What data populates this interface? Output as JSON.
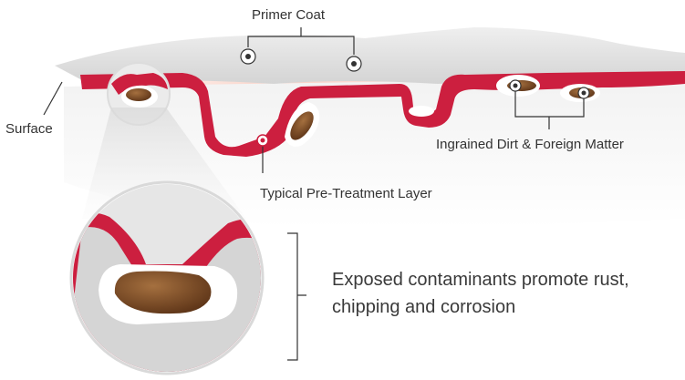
{
  "labels": {
    "primer_coat": "Primer Coat",
    "surface": "Surface",
    "ingrained_dirt": "Ingrained Dirt & Foreign Matter",
    "pre_treatment": "Typical Pre-Treatment Layer",
    "exposed_line1": "Exposed contaminants promote rust,",
    "exposed_line2": "chipping and corrosion"
  },
  "colors": {
    "pretreatment_red": "#cc1f3f",
    "primer_grey": "#d8d8d8",
    "contaminant_brown": "#7a4a26",
    "heat_glow": "#f4a58a",
    "leader_line": "#333333"
  }
}
